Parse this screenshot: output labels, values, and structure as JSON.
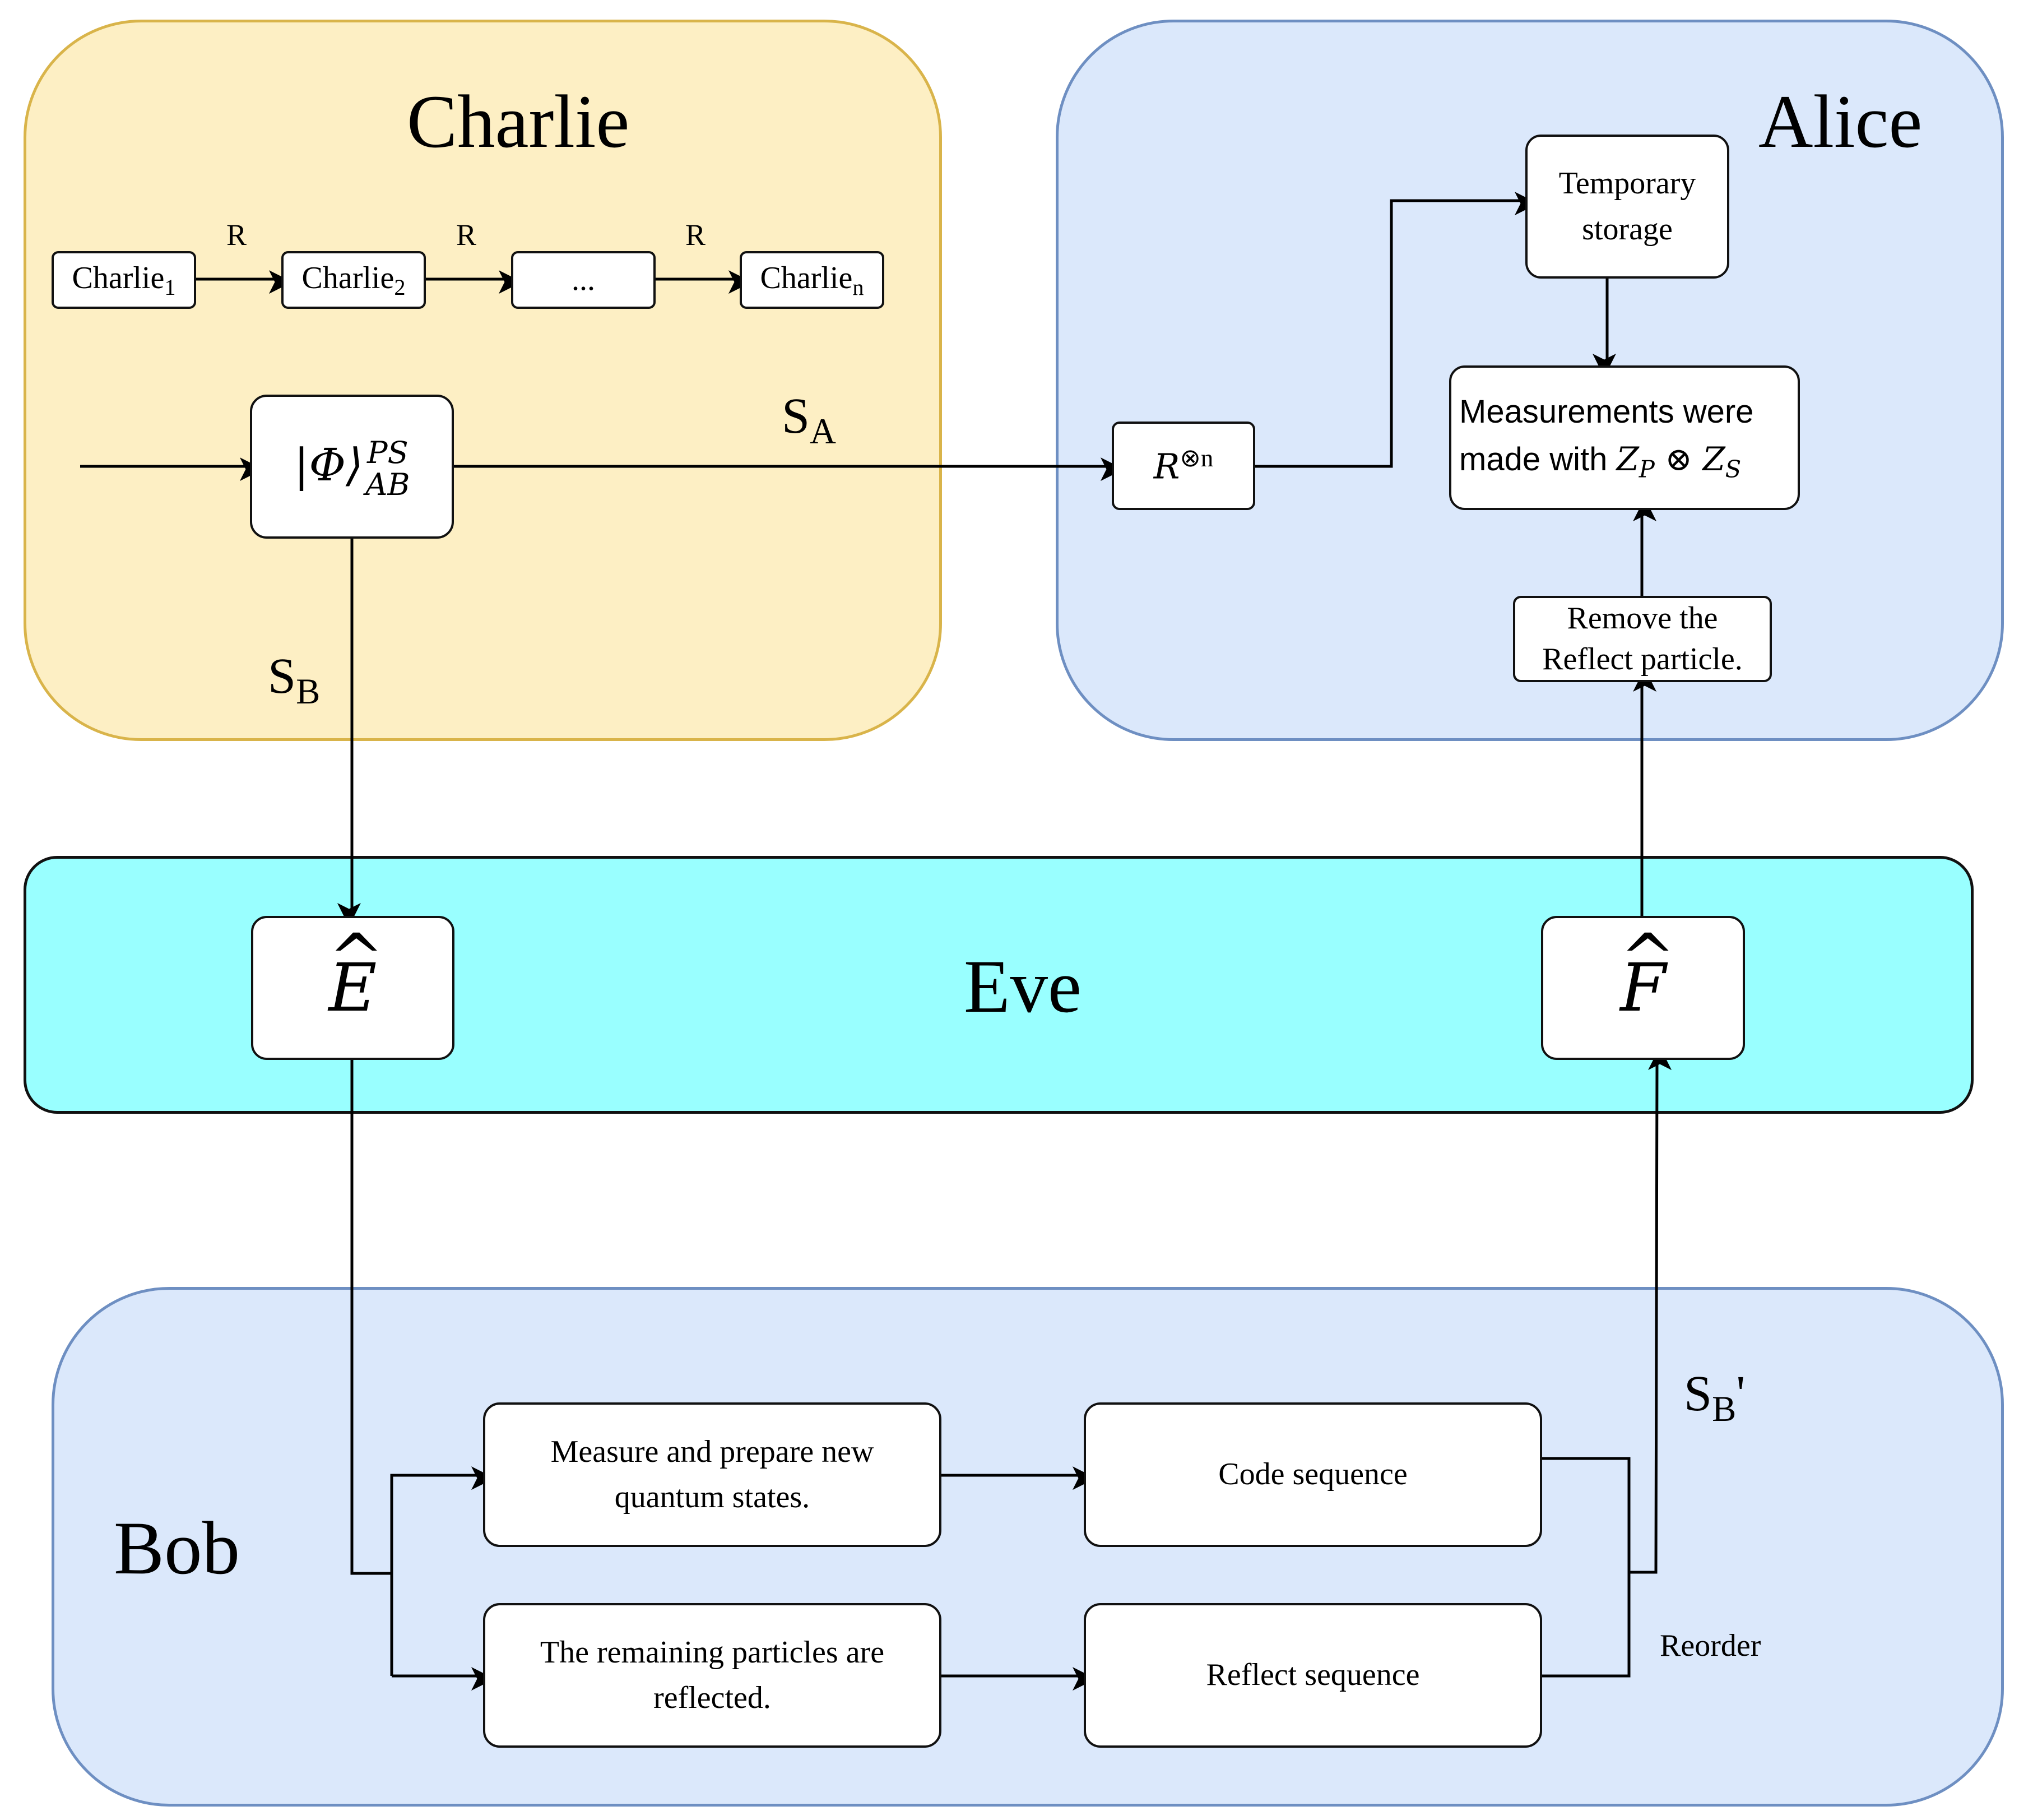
{
  "regions": {
    "charlie": {
      "title": "Charlie",
      "fill": "#fdefc4",
      "stroke": "#d9b44a"
    },
    "alice": {
      "title": "Alice",
      "fill": "#dbe8fb",
      "stroke": "#6e8fc2"
    },
    "eve": {
      "title": "Eve",
      "fill": "#99ffff",
      "stroke": "#111111"
    },
    "bob": {
      "title": "Bob",
      "fill": "#dbe8fb",
      "stroke": "#6e8fc2"
    }
  },
  "charlie_chain": {
    "node1": {
      "base": "Charlie",
      "sub": "1"
    },
    "node2": {
      "base": "Charlie",
      "sub": "2"
    },
    "node3": {
      "text": "..."
    },
    "node4": {
      "base": "Charlie",
      "sub": "n"
    },
    "arrow_labels": [
      "R",
      "R",
      "R"
    ]
  },
  "state": {
    "phi": "|Φ⟩",
    "sup": "PS",
    "sub": "AB"
  },
  "sequences": {
    "sa": {
      "base": "S",
      "sub": "A"
    },
    "sb": {
      "base": "S",
      "sub": "B"
    },
    "sb_prime": {
      "base": "S",
      "sub": "B",
      "suffix": "'"
    }
  },
  "alice": {
    "r_op": {
      "base": "R",
      "sup": "⊗n"
    },
    "temp_storage": {
      "line1": "Temporary",
      "line2": "storage"
    },
    "measure": {
      "line1": "Measurements were",
      "line2_text": "made with ",
      "zp": "Z",
      "zp_sub": "P",
      "otimes": " ⊗ ",
      "zs": "Z",
      "zs_sub": "S"
    },
    "remove": {
      "line1": "Remove the",
      "line2": "Reflect particle."
    }
  },
  "eve": {
    "e_hat": "E",
    "f_hat": "F",
    "hat_mark": "^"
  },
  "bob": {
    "measure_prepare": {
      "line1": "Measure and prepare new",
      "line2": "quantum states."
    },
    "remaining": {
      "line1": "The remaining particles are",
      "line2": "reflected."
    },
    "code_seq": "Code sequence",
    "reflect_seq": "Reflect sequence",
    "reorder": "Reorder"
  }
}
